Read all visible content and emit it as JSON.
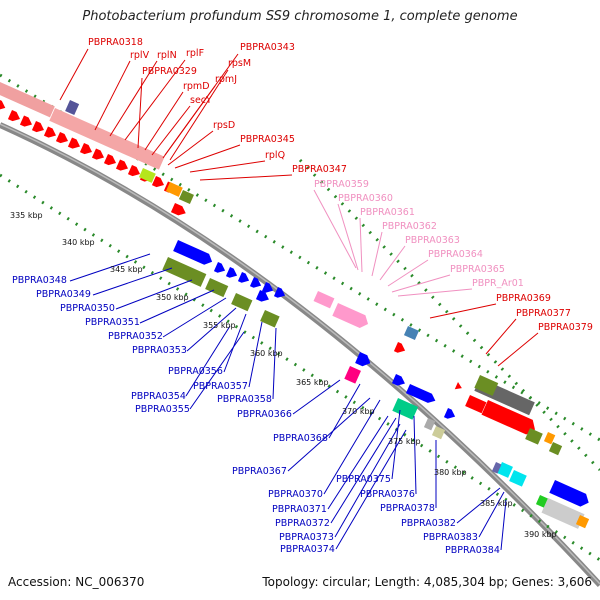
{
  "title": "Photobacterium profundum SS9 chromosome 1, complete genome",
  "footer": {
    "accession": "Accession: NC_006370",
    "summary": "Topology: circular; Length: 4,085,304 bp; Genes: 3,606"
  },
  "colors": {
    "label_red": "#dd0000",
    "label_pink": "#f090c0",
    "label_blue": "#0000c0",
    "backbone": "#888888",
    "ticks": "#2a8a2a"
  },
  "scale_labels": [
    "335 kbp",
    "340 kbp",
    "345 kbp",
    "350 kbp",
    "355 kbp",
    "360 kbp",
    "365 kbp",
    "370 kbp",
    "375 kbp",
    "380 kbp",
    "385 kbp",
    "390 kbp"
  ],
  "gene_labels_red": [
    "PBPRA0318",
    "rplV",
    "rplN",
    "rplF",
    "PBPRA0343",
    "PBPRA0329",
    "rpsM",
    "rpmD",
    "rpmJ",
    "secY",
    "rpsD",
    "PBPRA0345",
    "rplQ",
    "PBPRA0347",
    "PBPRA0369",
    "PBPRA0377",
    "PBPRA0379"
  ],
  "gene_labels_pink": [
    "PBPRA0359",
    "PBPRA0360",
    "PBPRA0361",
    "PBPRA0362",
    "PBPRA0363",
    "PBPRA0364",
    "PBPRA0365",
    "PBPR_Ar01"
  ],
  "gene_labels_blue": [
    "PBPRA0348",
    "PBPRA0349",
    "PBPRA0350",
    "PBPRA0351",
    "PBPRA0352",
    "PBPRA0353",
    "PBPRA0356",
    "PBPRA0357",
    "PBPRA0354",
    "PBPRA0355",
    "PBPRA0358",
    "PBPRA0366",
    "PBPRA0368",
    "PBPRA0367",
    "PBPRA0370",
    "PBPRA0375",
    "PBPRA0376",
    "PBPRA0371",
    "PBPRA0378",
    "PBPRA0372",
    "PBPRA0373",
    "PBPRA0374",
    "PBPRA0382",
    "PBPRA0383",
    "PBPRA0384"
  ]
}
